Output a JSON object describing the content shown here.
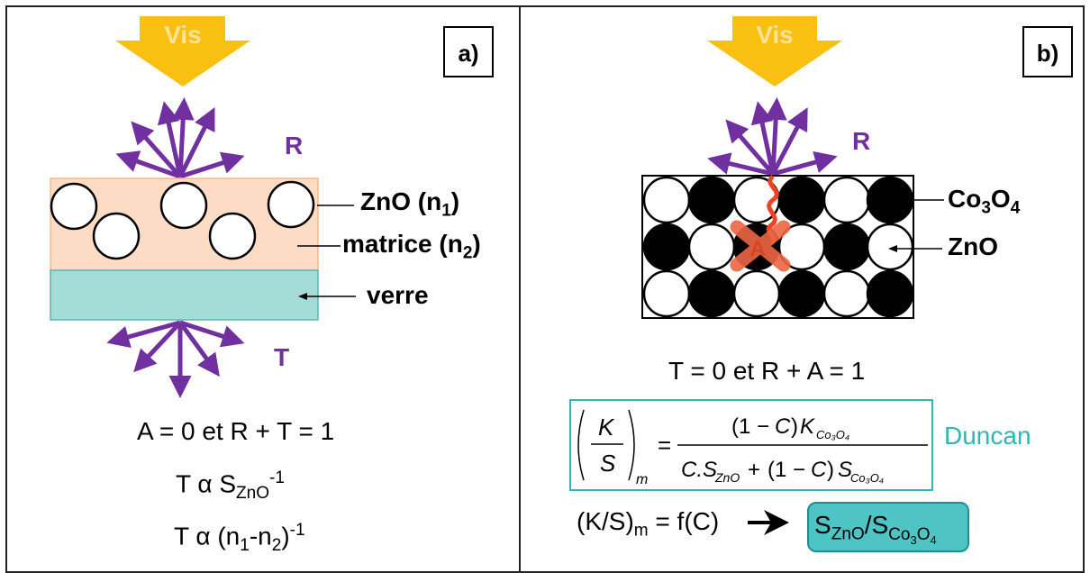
{
  "panel_a": {
    "tag": "a)",
    "vis_label": "Vis",
    "reflect_label": "R",
    "transmit_label": "T",
    "zno_label": "ZnO (n",
    "zno_sub": "1",
    "matrix_label": "matrice (n",
    "matrix_sub": "2",
    "glass_label": "verre",
    "eq1": "A = 0 et R + T = 1",
    "eq2_prefix": "T α S",
    "eq2_sub": "ZnO",
    "eq2_sup": "-1",
    "eq3_prefix": "T α (n",
    "eq3_sub1": "1",
    "eq3_mid": "-n",
    "eq3_sub2": "2",
    "eq3_close": ")",
    "eq3_sup": "-1"
  },
  "panel_b": {
    "tag": "b)",
    "vis_label": "Vis",
    "reflect_label": "R",
    "absorb_label": "A",
    "co3o4_label": "Co",
    "co3o4_sub1": "3",
    "co3o4_o": "O",
    "co3o4_sub2": "4",
    "zno_label": "ZnO",
    "eq1": "T = 0 et R + A = 1",
    "duncan_label": "Duncan",
    "km_formula": "(K/S)",
    "km_sub": "m",
    "km_rest": " = f(C) ",
    "result_s1": "S",
    "result_sub1": "ZnO",
    "result_slash": "/S",
    "result_sub2": "Co",
    "result_sub2_3": "3",
    "result_sub2_o": "O",
    "result_sub2_4": "4"
  },
  "colors": {
    "arrow_yellow": "#F9C012",
    "purple": "#7030A0",
    "matrix": "#FCDCC4",
    "glass": "#A6DCD8",
    "teal": "#31B5B5",
    "red": "#EE4422"
  }
}
